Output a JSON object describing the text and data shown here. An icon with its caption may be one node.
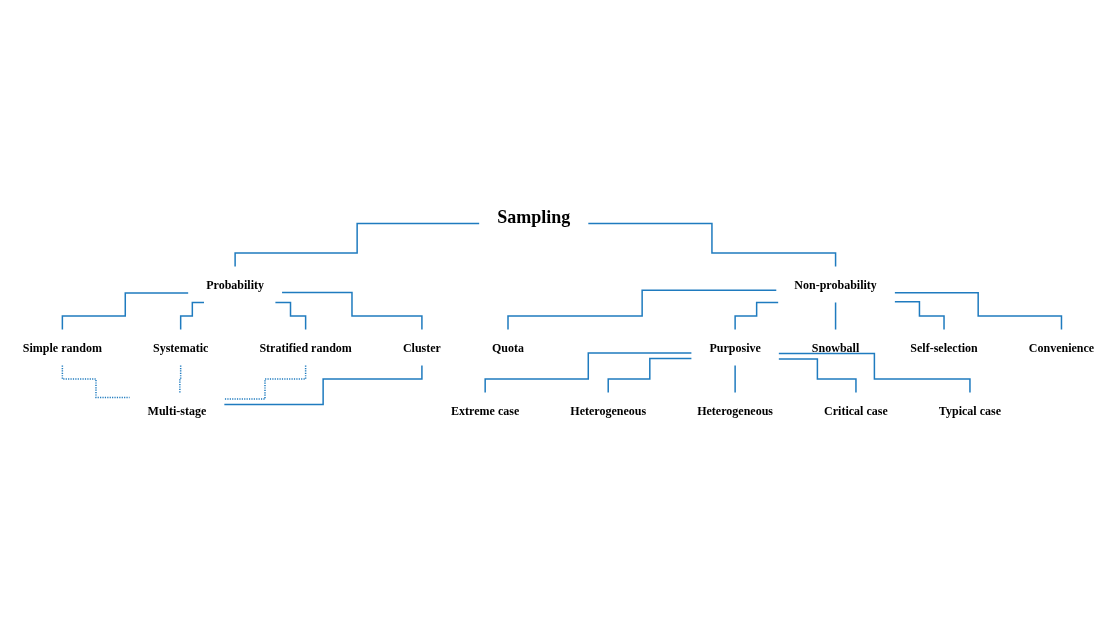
{
  "diagram": {
    "nodes": [
      {
        "text": [
          "Sampling"
        ]
      },
      {
        "text": [
          "Probability"
        ]
      },
      {
        "text": [
          "Non-probability"
        ]
      },
      {
        "text": [
          "Simple random"
        ]
      },
      {
        "text": [
          "Systematic"
        ]
      },
      {
        "text": [
          "Stratified random"
        ]
      },
      {
        "text": [
          "Cluster"
        ]
      },
      {
        "text": [
          "Multi-stage"
        ]
      },
      {
        "text": [
          "Quota"
        ]
      },
      {
        "text": [
          "Purposive"
        ]
      },
      {
        "text": [
          "Snowball"
        ]
      },
      {
        "text": [
          "Self-selection"
        ]
      },
      {
        "text": [
          "Convenience"
        ]
      },
      {
        "text": [
          "Extreme case"
        ]
      },
      {
        "text": [
          "Heterogeneous"
        ]
      },
      {
        "text": [
          "Heterogeneous"
        ]
      },
      {
        "text": [
          "Critical case"
        ]
      },
      {
        "text": [
          "Typical case"
        ]
      }
    ],
    "edges": [
      {
        "from": 0,
        "to": 1,
        "arrow": "none"
      },
      {
        "from": 0,
        "to": 2,
        "arrow": "none"
      },
      {
        "from": 1,
        "to": 3,
        "arrow": "none"
      },
      {
        "from": 1,
        "to": 4,
        "arrow": "none"
      },
      {
        "from": 1,
        "to": 5,
        "arrow": "none"
      },
      {
        "from": 1,
        "to": 6,
        "arrow": "none"
      },
      {
        "from": 3,
        "to": 7,
        "arrow": "none",
        "style": "dashed"
      },
      {
        "from": 4,
        "to": 7,
        "arrow": "none",
        "style": "dashed"
      },
      {
        "from": 5,
        "to": 7,
        "arrow": "none",
        "style": "dashed"
      },
      {
        "from": 6,
        "to": 7,
        "arrow": "none"
      },
      {
        "from": 2,
        "to": 8,
        "arrow": "none"
      },
      {
        "from": 2,
        "to": 9,
        "arrow": "none"
      },
      {
        "from": 2,
        "to": 10,
        "arrow": "none"
      },
      {
        "from": 2,
        "to": 11,
        "arrow": "none"
      },
      {
        "from": 2,
        "to": 12,
        "arrow": "none"
      },
      {
        "from": 9,
        "to": 13,
        "arrow": "none"
      },
      {
        "from": 9,
        "to": 14,
        "arrow": "none"
      },
      {
        "from": 9,
        "to": 15,
        "arrow": "none"
      },
      {
        "from": 9,
        "to": 16,
        "arrow": "none"
      },
      {
        "from": 9,
        "to": 17,
        "arrow": "none"
      }
    ]
  }
}
